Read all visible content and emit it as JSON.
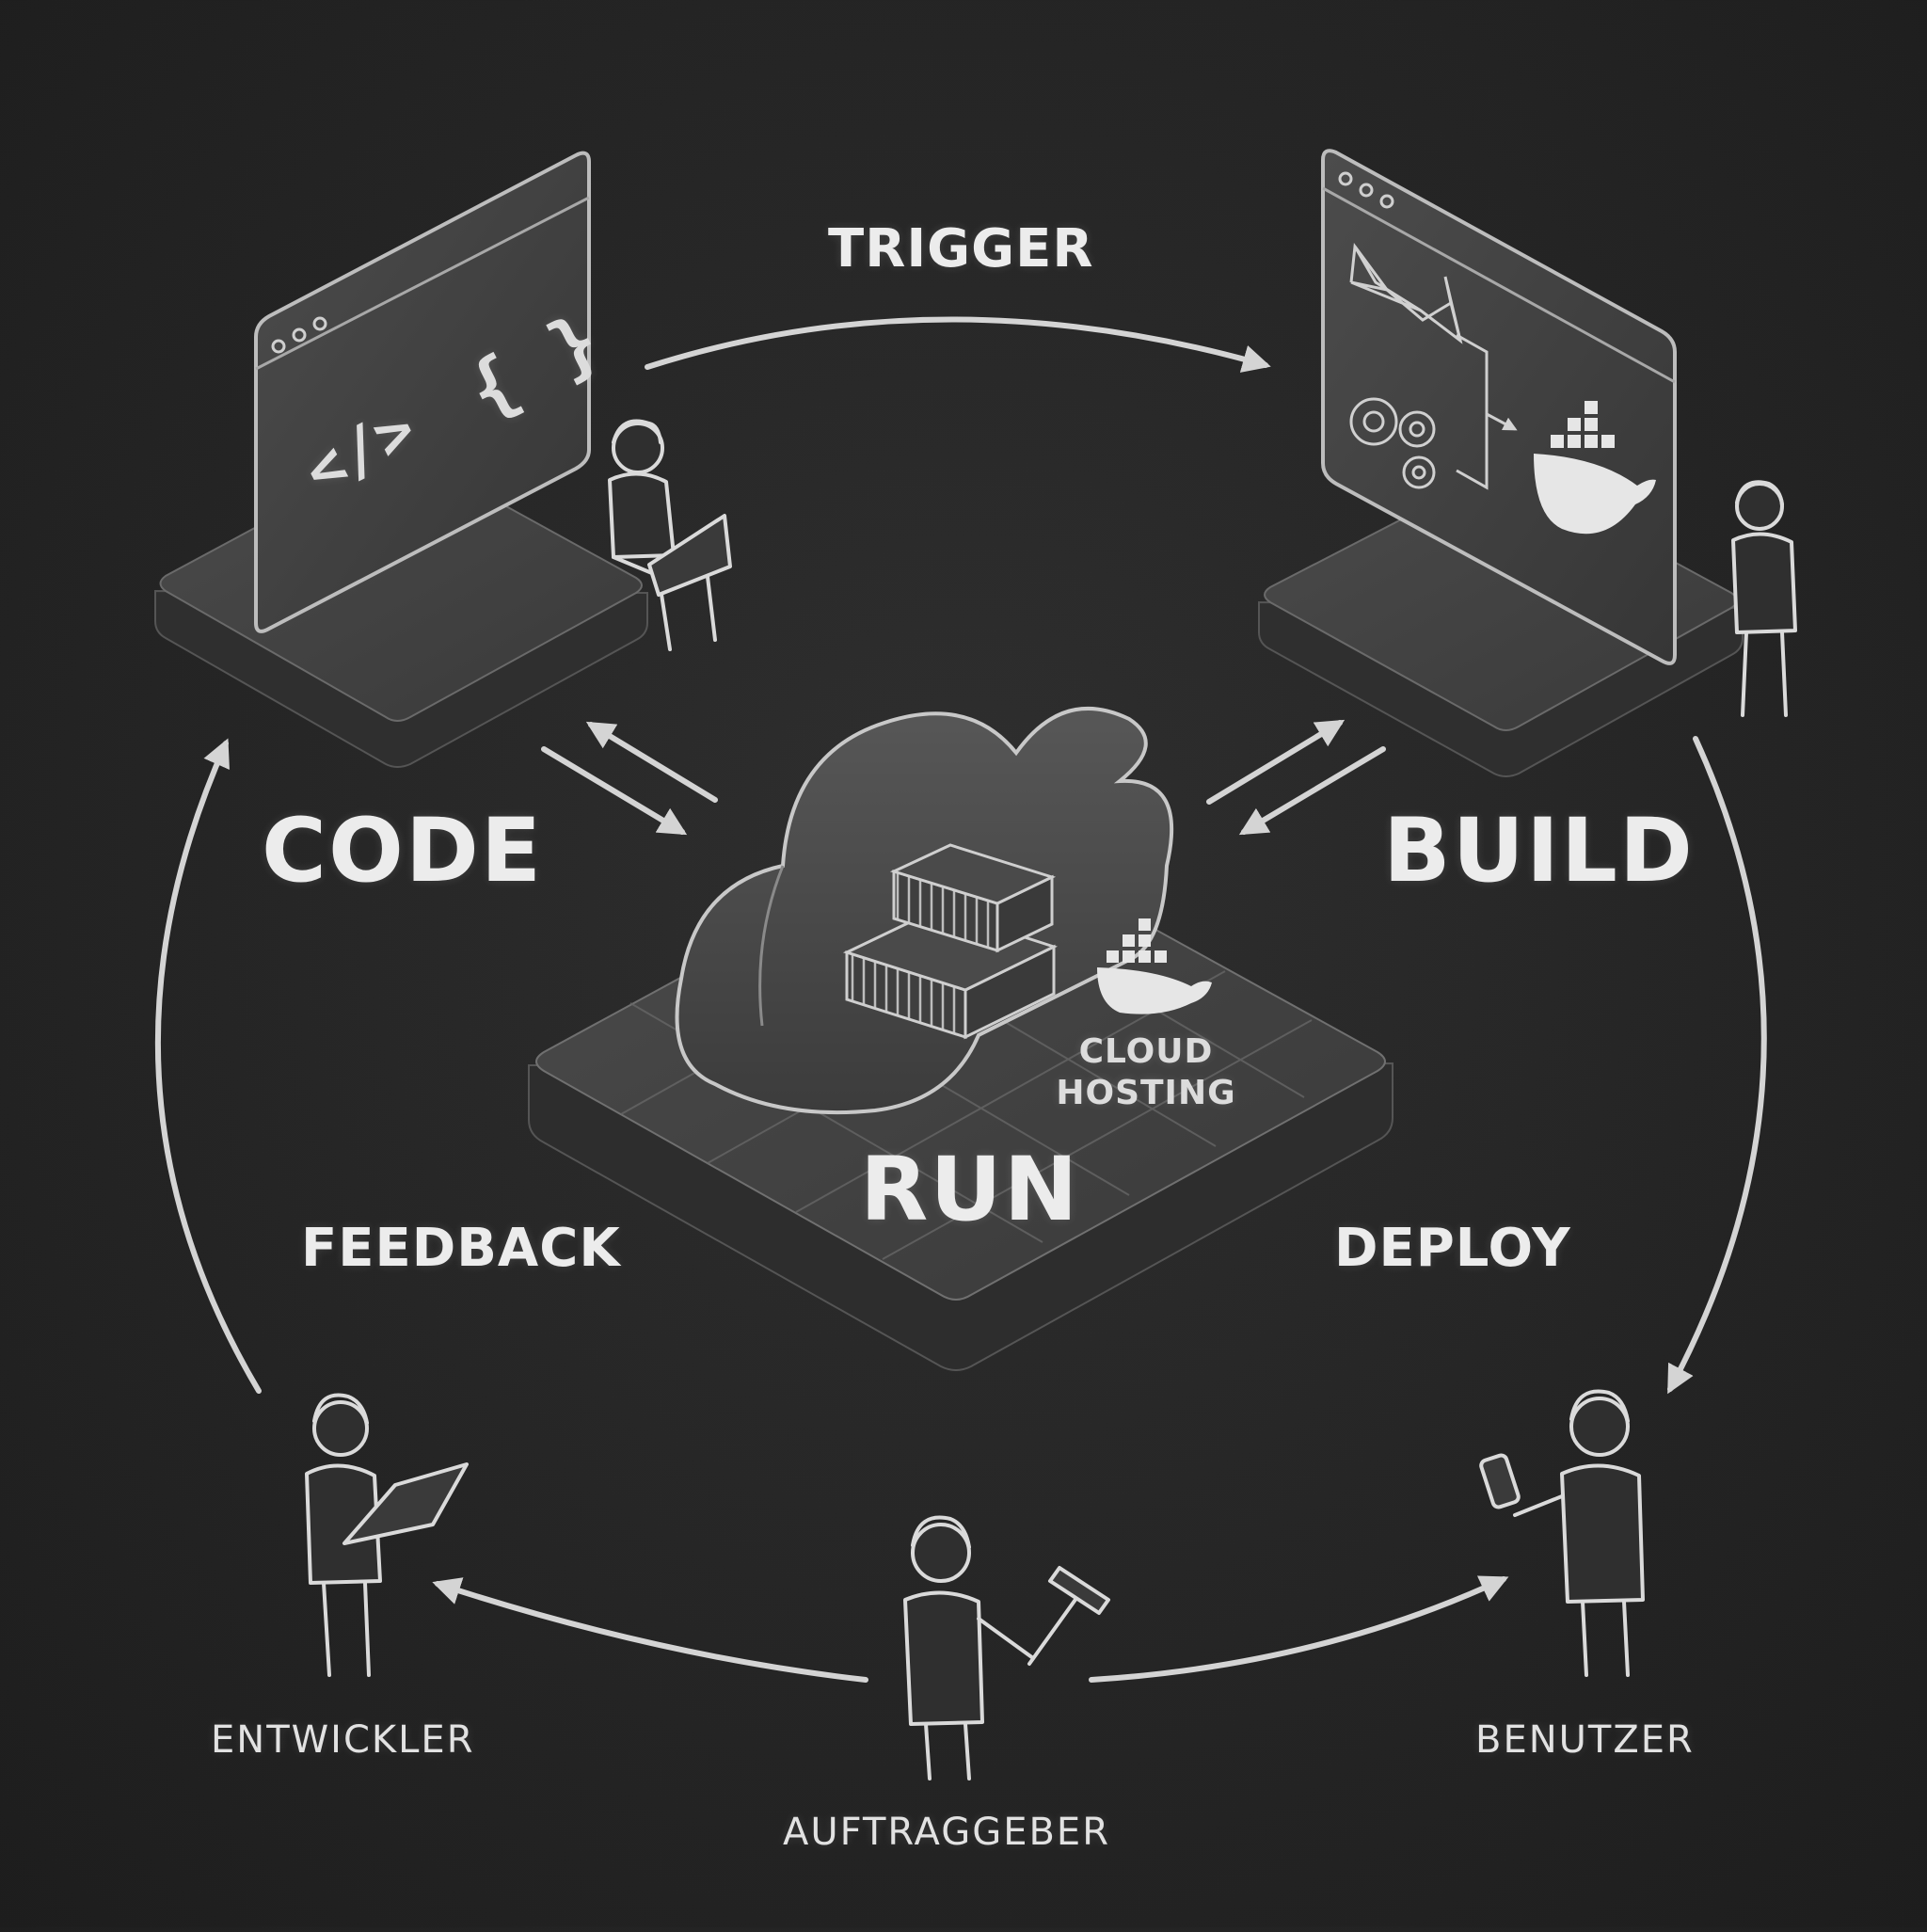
{
  "stages": {
    "code": "CODE",
    "build": "BUILD",
    "run": "RUN"
  },
  "flows": {
    "trigger": "TRIGGER",
    "deploy": "DEPLOY",
    "feedback": "FEEDBACK"
  },
  "cloud": {
    "line1": "CLOUD",
    "line2": "HOSTING"
  },
  "code_screen": {
    "tag": "</>",
    "braces": "{ }"
  },
  "roles": {
    "developer": "ENTWICKLER",
    "client": "AUFTRAGGEBER",
    "user": "BENUTZER"
  },
  "colors": {
    "background": "#252525",
    "line": "#d9d9d9",
    "text": "#ececec"
  }
}
